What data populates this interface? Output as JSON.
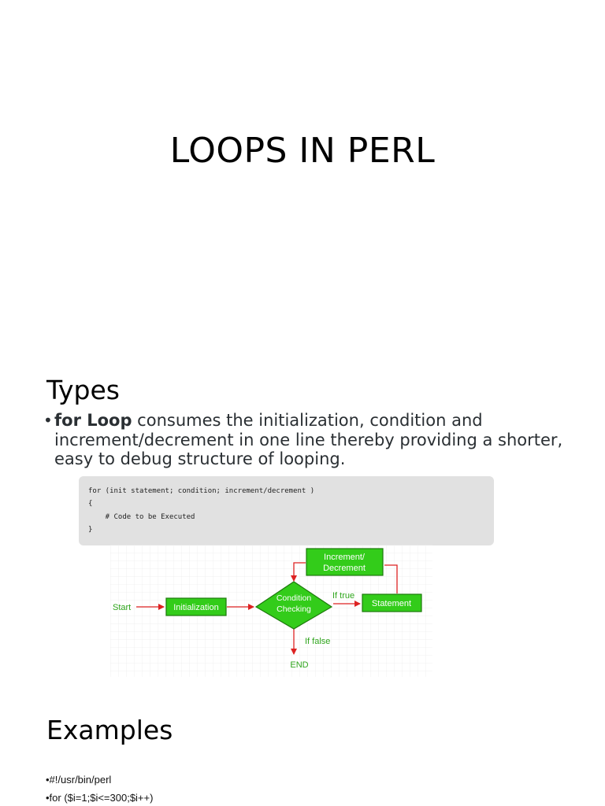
{
  "slide": {
    "title": "LOOPS IN PERL",
    "types_heading": "Types",
    "bullet": {
      "marker": "•",
      "bold": "for Loop",
      "text": " consumes the initialization, condition and increment/decrement in one line thereby providing a shorter, easy to debug structure of looping."
    },
    "code_lines": [
      "for (init statement; condition; increment/decrement )",
      "{",
      "    # Code to be Executed",
      "}"
    ],
    "flowchart": {
      "start": "Start",
      "init": "Initialization",
      "cond_line1": "Condition",
      "cond_line2": "Checking",
      "if_true": "If true",
      "statement": "Statement",
      "incr_line1": "Increment/",
      "incr_line2": "Decrement",
      "if_false": "If false",
      "end": "END",
      "colors": {
        "box_fill": "#33cc1a",
        "box_border": "#1d7a0c",
        "box_text": "#ffffff",
        "arrow": "#dd2222",
        "label_text": "#2fa51c",
        "grid": "#ececec"
      }
    },
    "examples_heading": "Examples",
    "examples": [
      "•#!/usr/bin/perl",
      "•for ($i=1;$i<=300;$i++)"
    ]
  }
}
